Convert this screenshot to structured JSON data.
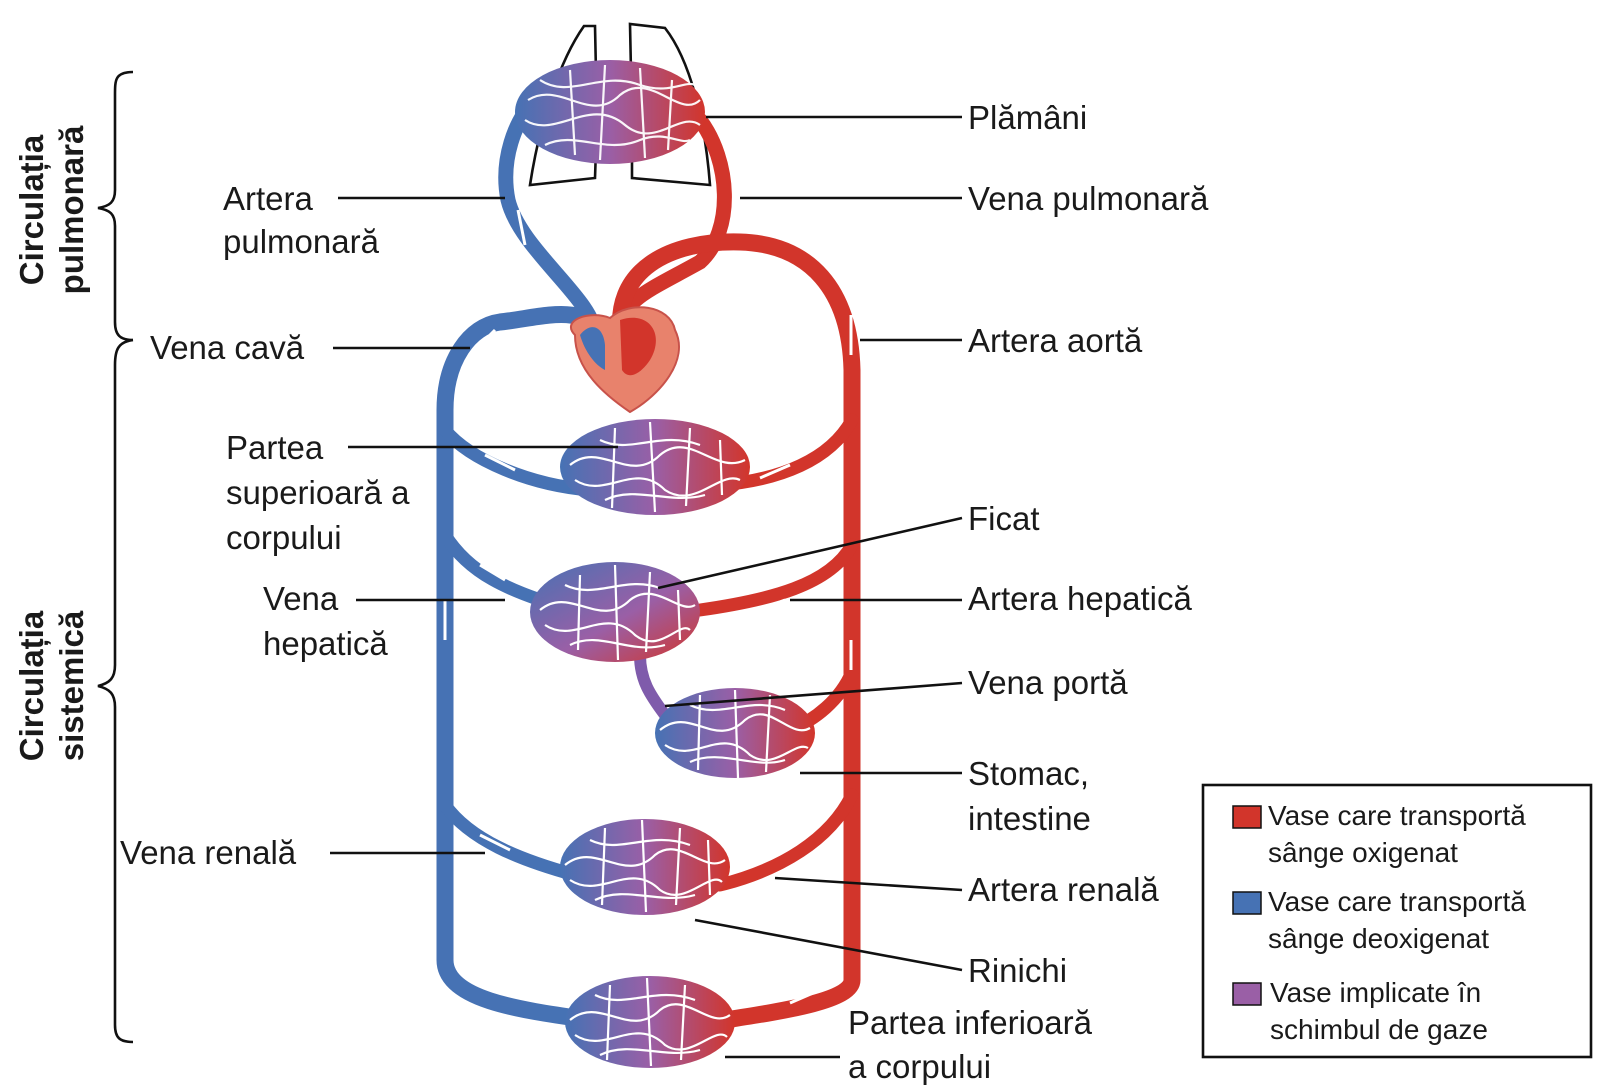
{
  "colors": {
    "oxygenated": "#d2352b",
    "deoxygenated": "#4672b4",
    "exchange": "#9a5fa6",
    "heart": "#e8826c",
    "heart_dark": "#c8524a"
  },
  "side_labels": {
    "pulmonary": [
      "Circulația",
      "pulmonară"
    ],
    "systemic": [
      "Circulația",
      "sistemică"
    ]
  },
  "labels": {
    "plamani": [
      "Plămâni"
    ],
    "vena_pulmonara": [
      "Vena pulmonară"
    ],
    "artera_aorta": [
      "Artera aortă"
    ],
    "ficat": [
      "Ficat"
    ],
    "artera_hepatica": [
      "Artera hepatică"
    ],
    "vena_porta": [
      "Vena portă"
    ],
    "stomac": [
      "Stomac,",
      "intestine"
    ],
    "artera_renala": [
      "Artera renală"
    ],
    "rinichi": [
      "Rinichi"
    ],
    "partea_inferioara": [
      "Partea inferioară",
      "a corpului"
    ],
    "artera_pulmonara": [
      "Artera",
      "pulmonară"
    ],
    "vena_cava": [
      "Vena cavă"
    ],
    "partea_superioara": [
      "Partea",
      "superioară a",
      "corpului"
    ],
    "vena_hepatica": [
      "Vena",
      "hepatică"
    ],
    "vena_renala": [
      "Vena renală"
    ]
  },
  "legend": [
    {
      "color": "#d2352b",
      "text": [
        "Vase care transportă",
        "sânge oxigenat"
      ]
    },
    {
      "color": "#4672b4",
      "text": [
        "Vase care transportă",
        "sânge deoxigenat"
      ]
    },
    {
      "color": "#9a5fa6",
      "text": [
        "Vase implicate în",
        "schimbul  de gaze"
      ]
    }
  ]
}
